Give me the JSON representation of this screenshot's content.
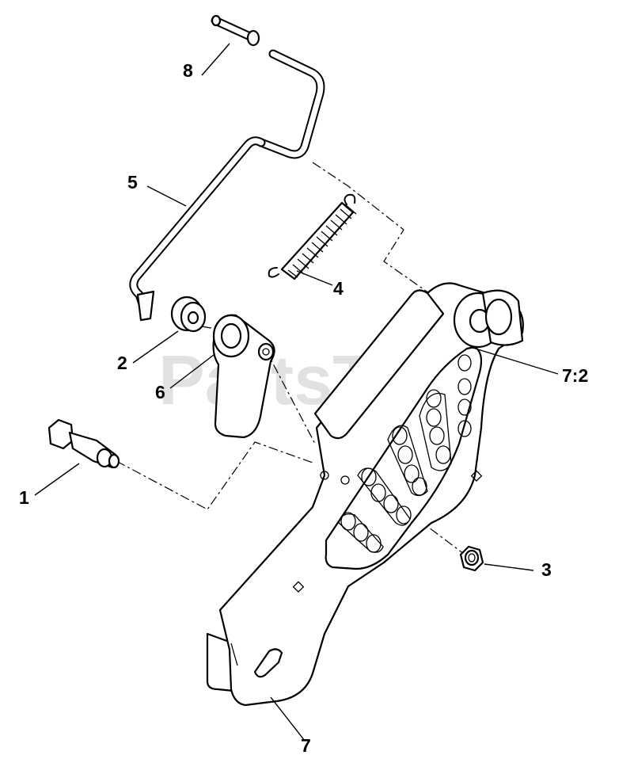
{
  "diagram": {
    "watermark": "PartsTree",
    "callouts": [
      {
        "id": "1",
        "label": "1"
      },
      {
        "id": "2",
        "label": "2"
      },
      {
        "id": "3",
        "label": "3"
      },
      {
        "id": "4",
        "label": "4"
      },
      {
        "id": "5",
        "label": "5"
      },
      {
        "id": "6",
        "label": "6"
      },
      {
        "id": "7",
        "label": "7"
      },
      {
        "id": "7-2",
        "label": "7:2"
      },
      {
        "id": "8",
        "label": "8"
      }
    ]
  }
}
